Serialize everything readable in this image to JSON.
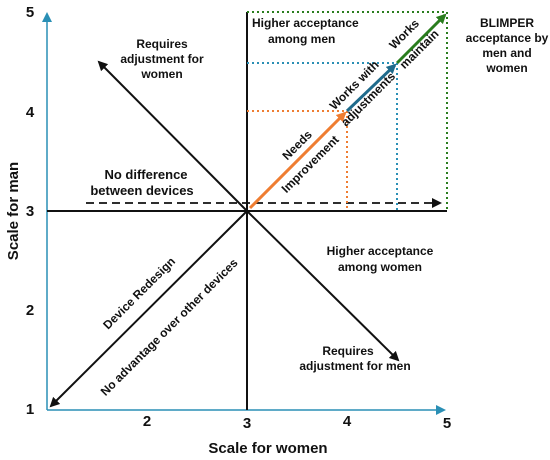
{
  "diagram": {
    "y_axis_title": "Scale for man",
    "x_axis_title": "Scale for women",
    "y_ticks": [
      "1",
      "2",
      "3",
      "4",
      "5"
    ],
    "x_ticks": [
      "2",
      "3",
      "4",
      "5"
    ],
    "labels": {
      "requires_women_l1": "Requires",
      "requires_women_l2": "adjustment for",
      "requires_women_l3": "women",
      "higher_men_l1": "Higher acceptance",
      "higher_men_l2": "among men",
      "blimper_l1": "BLIMPER",
      "blimper_l2": "acceptance by",
      "blimper_l3": "men and",
      "blimper_l4": "women",
      "no_diff_l1": "No difference",
      "no_diff_l2": "between devices",
      "higher_women_l1": "Higher acceptance",
      "higher_women_l2": "among women",
      "requires_men_l1": "Requires",
      "requires_men_l2": "adjustment for men",
      "needs_l1": "Needs",
      "needs_l2": "Improvement",
      "works_adj_l1": "Works with",
      "works_adj_l2": "adjustments",
      "works_maint_l1": "Works",
      "works_maint_l2": "maintain",
      "redesign": "Device Redesign",
      "no_advantage": "No advantage over other devices"
    },
    "colors": {
      "axis": "#2a8fb5",
      "orange": "#ef7d31",
      "blue": "#1f6b8c",
      "dotted_blue": "#2a8fb5",
      "green": "#2a7d1e"
    }
  }
}
